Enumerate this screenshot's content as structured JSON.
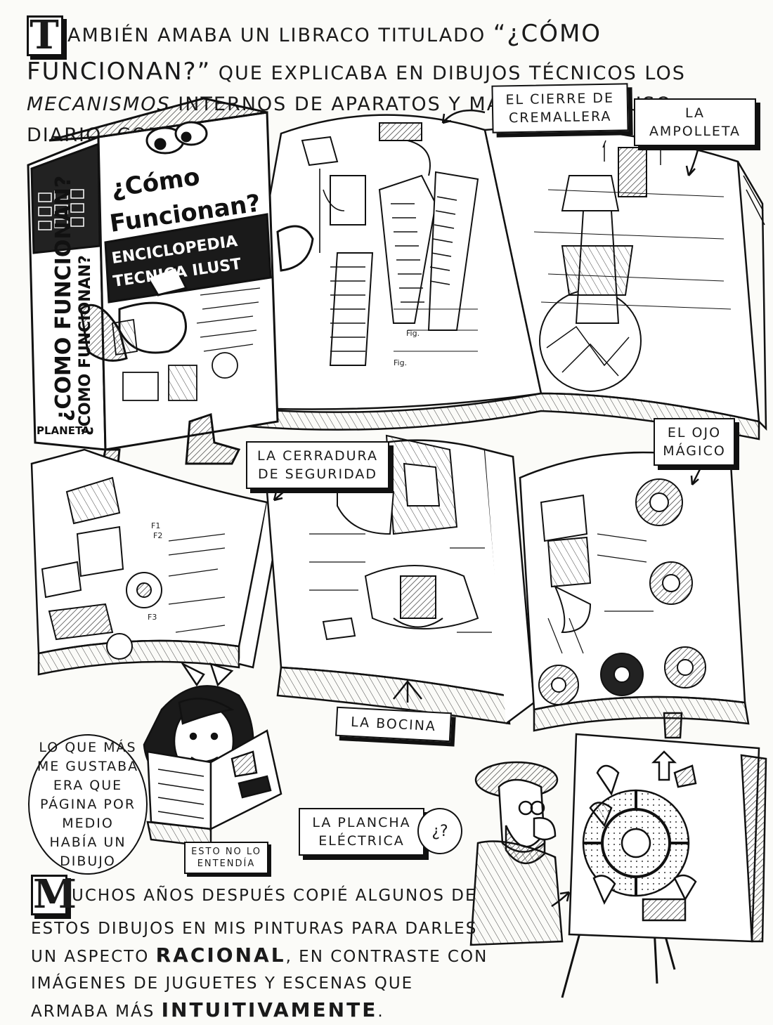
{
  "top_caption": {
    "dropcap": "T",
    "text_before": "ambién amaba un libraco titulado ",
    "book_title": "“¿Cómo funcionan?”",
    "text_middle": " que explicaba en dibujos técnicos los ",
    "emphasis": "mecanismos",
    "text_after": " internos de aparatos y máquinas de uso diario, como..."
  },
  "book_cover": {
    "title_line1": "¿Cómo",
    "title_line2": "Funcionan?",
    "subtitle_line1": "ENCICLOPEDIA",
    "subtitle_line2": "TECNICA ILUST",
    "spine_title_1": "¿COMO FUNCIONAN?",
    "spine_title_2": "¿COMO FUNCIONAN?",
    "publisher": "PLANETA"
  },
  "labels": {
    "zipper": "El cierre de cremallera",
    "lightbulb": "La ampolleta",
    "lock": "La cerradura de seguridad",
    "magic_eye": "El ojo mágico",
    "horn": "La bocina",
    "iron": "La plancha eléctrica"
  },
  "speech": {
    "girl": "Lo que más me gustaba era que página por medio había un dibujo",
    "girl_note": "Esto no lo entendía",
    "painter": "¿?"
  },
  "bottom_caption": {
    "dropcap": "M",
    "text1": "uchos años después copié algunos de estos dibujos en mis pinturas para darles un aspecto ",
    "word_racional": "racional",
    "text2": ", en contraste con imágenes de juguetes y escenas que armaba más ",
    "word_intuitivamente": "intuitivamente",
    "text3": "."
  },
  "figure_marks": {
    "fig1": "Fig.",
    "fig2": "Fig.",
    "f1": "F1",
    "f2": "F2",
    "f3": "F3"
  }
}
